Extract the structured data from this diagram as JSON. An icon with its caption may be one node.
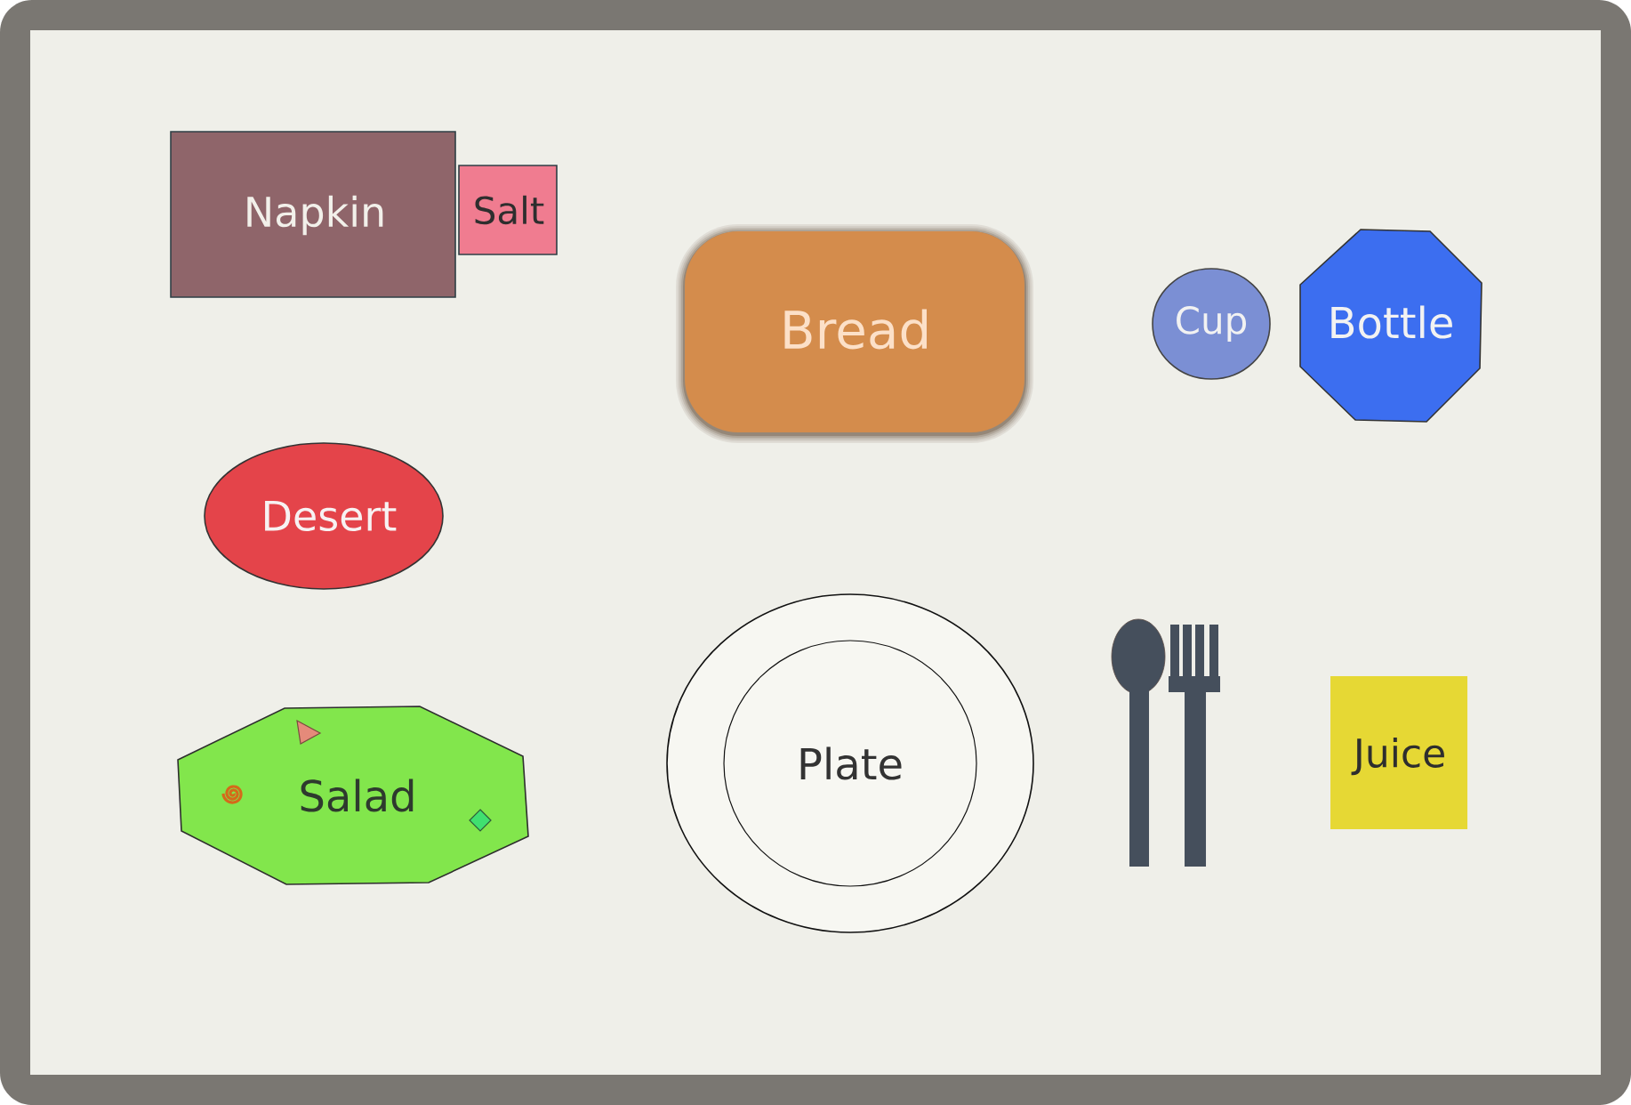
{
  "diagram": {
    "nodes": [
      {
        "text": [
          "Napkin"
        ]
      },
      {
        "text": [
          "Salt"
        ]
      },
      {
        "text": [
          "Bread"
        ]
      },
      {
        "text": [
          "Cup"
        ]
      },
      {
        "text": [
          "Bottle"
        ]
      },
      {
        "text": [
          "Desert"
        ]
      },
      {
        "text": [
          "Salad"
        ]
      },
      {
        "text": [
          "Plate"
        ]
      },
      {
        "text": [
          "Juice"
        ]
      }
    ]
  }
}
